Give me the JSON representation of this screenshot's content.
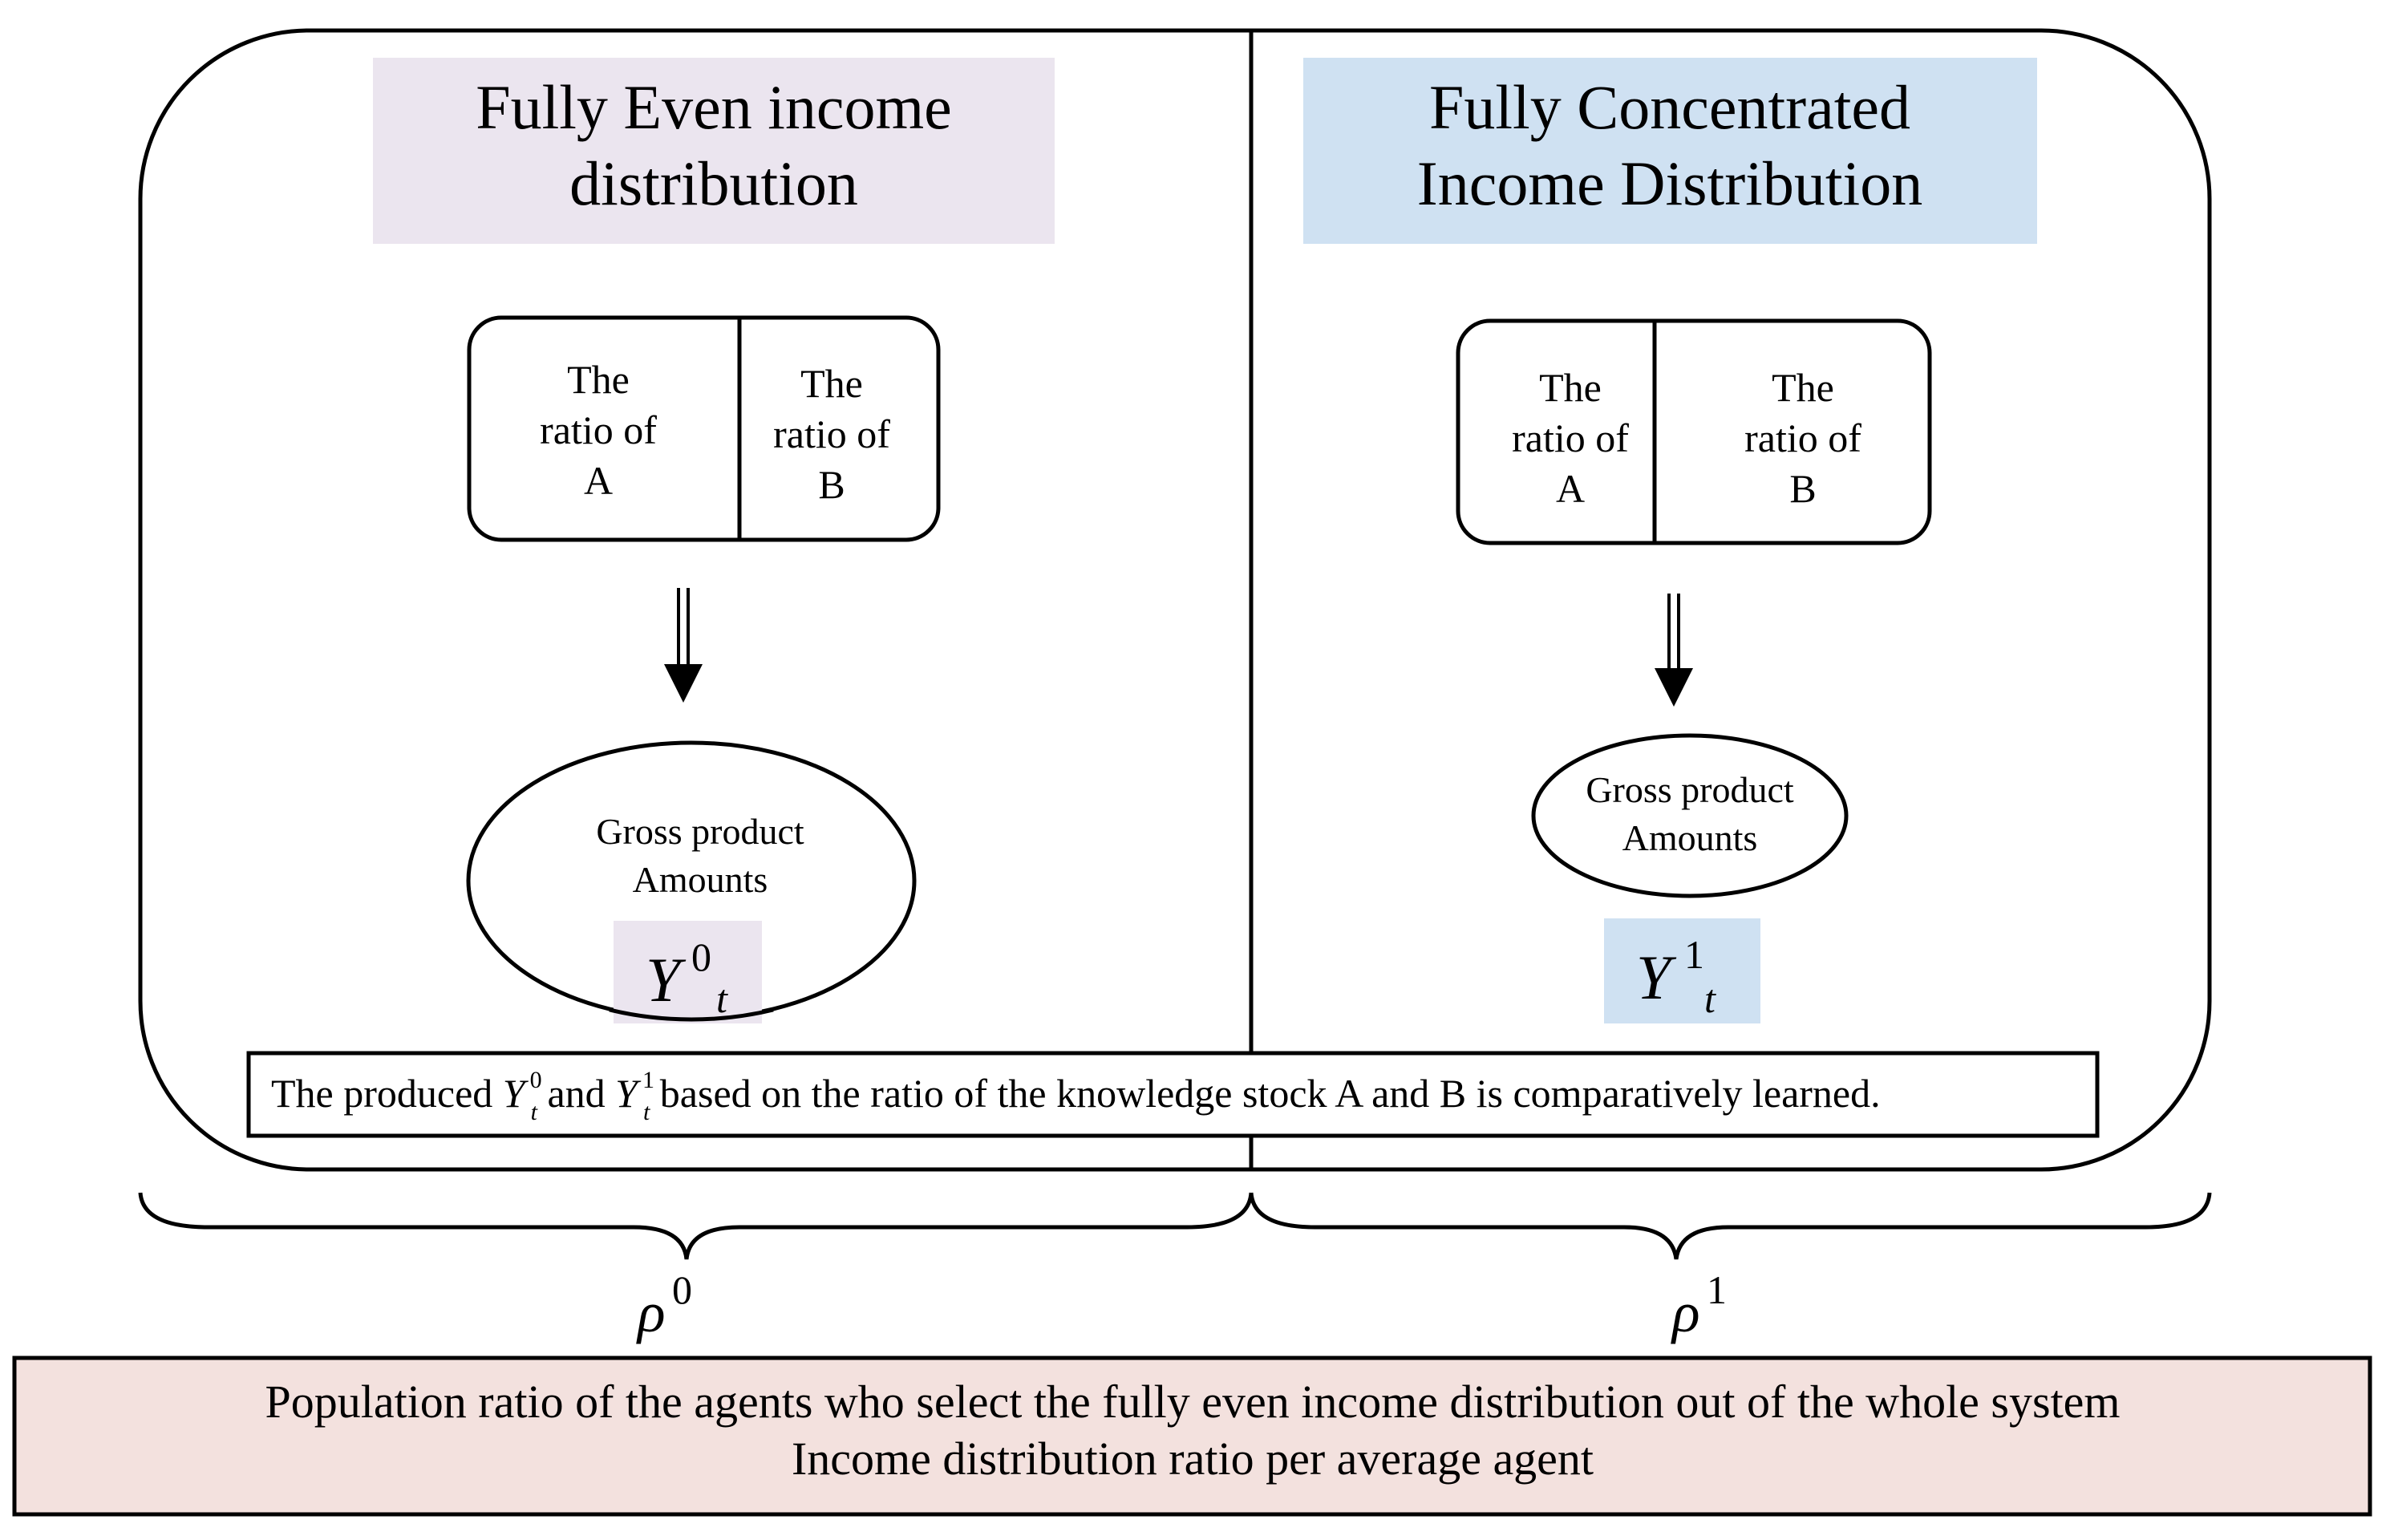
{
  "colors": {
    "left_title_bg": "#ebe5ef",
    "right_title_bg": "#cfe1f2",
    "left_var_bg": "#ebe5ef",
    "right_var_bg": "#cfe1f2",
    "footer_bg": "#f3e1de",
    "stroke": "#000000"
  },
  "left": {
    "title_line1": "Fully Even income",
    "title_line2": "distribution",
    "ratio_a": [
      "The",
      "ratio of",
      "A"
    ],
    "ratio_b": [
      "The",
      "ratio of",
      "B"
    ],
    "oval_line1": "Gross product",
    "oval_line2": "Amounts",
    "var_letter": "Y",
    "var_sup": "0",
    "var_sub": "t",
    "rho_letter": "ρ",
    "rho_sup": "0"
  },
  "right": {
    "title_line1": "Fully Concentrated",
    "title_line2": "Income Distribution",
    "ratio_a": [
      "The",
      "ratio of",
      "A"
    ],
    "ratio_b": [
      "The",
      "ratio of",
      "B"
    ],
    "oval_line1": "Gross product",
    "oval_line2": "Amounts",
    "var_letter": "Y",
    "var_sup": "1",
    "var_sub": "t",
    "rho_letter": "ρ",
    "rho_sup": "1"
  },
  "note": {
    "part1": "The produced ",
    "y0_letter": "Y",
    "y0_sup": "0",
    "y0_sub": "t",
    "part2": " and ",
    "y1_letter": "Y",
    "y1_sup": "1",
    "y1_sub": "t",
    "part3": " based on the ratio of the knowledge stock A and B is comparatively learned."
  },
  "footer": {
    "line1": "Population ratio of the agents who select the fully even income distribution out of the whole system",
    "line2": "Income distribution ratio per average agent"
  }
}
